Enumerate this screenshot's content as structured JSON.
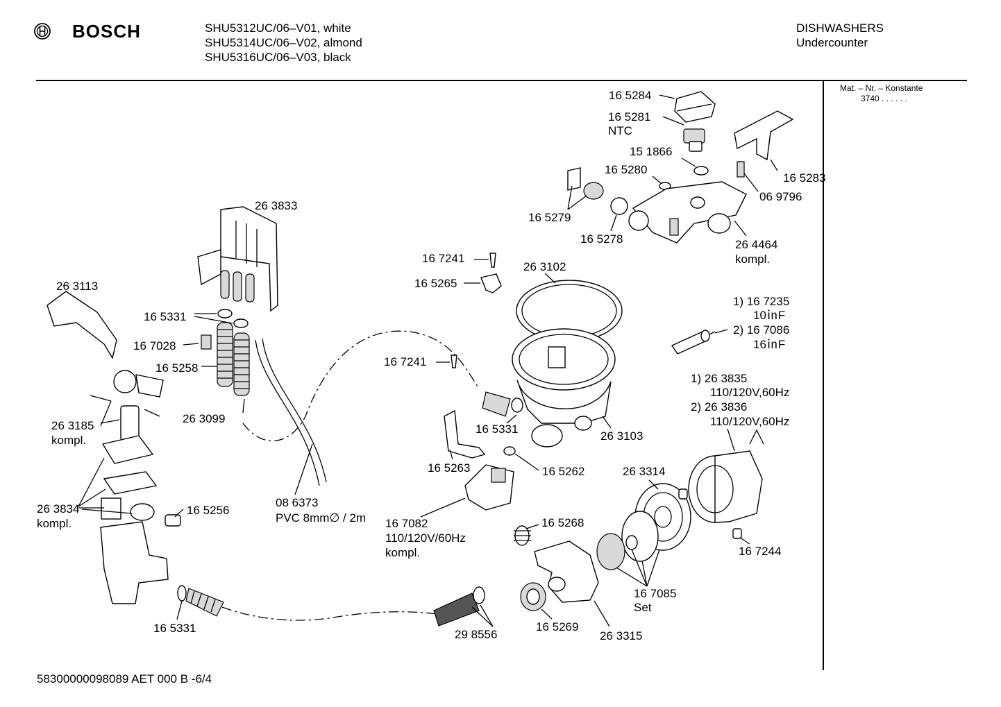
{
  "brand": {
    "name": "BOSCH"
  },
  "models": [
    "SHU5312UC/06–V01, white",
    "SHU5314UC/06–V02, almond",
    "SHU5316UC/06–V03, black"
  ],
  "category": {
    "line1": "DISHWASHERS",
    "line2": "Undercounter"
  },
  "sidebar": {
    "label": "Mat. – Nr. – Konstante",
    "value": "3740 . . . . . ."
  },
  "footer": {
    "doc_code": "58300000098089 AET 000 B  -6/4"
  },
  "parts": [
    {
      "id": "p01",
      "text": "16 5284"
    },
    {
      "id": "p02",
      "text": "16 5281"
    },
    {
      "id": "p03",
      "text": "NTC"
    },
    {
      "id": "p04",
      "text": "15 1866"
    },
    {
      "id": "p05",
      "text": "16 5280"
    },
    {
      "id": "p06",
      "text": "16 5283"
    },
    {
      "id": "p07",
      "text": "06 9796"
    },
    {
      "id": "p08",
      "text": "16 5279"
    },
    {
      "id": "p09",
      "text": "16 5278"
    },
    {
      "id": "p10",
      "text": "26 4464"
    },
    {
      "id": "p11",
      "text": "kompl."
    },
    {
      "id": "p12",
      "text": "26 3833"
    },
    {
      "id": "p13",
      "text": "16 7241"
    },
    {
      "id": "p14",
      "text": "16 5265"
    },
    {
      "id": "p15",
      "text": "26 3102"
    },
    {
      "id": "p16",
      "text": "26 3113"
    },
    {
      "id": "p17",
      "text": "16 5331"
    },
    {
      "id": "p18",
      "text": "16 7028"
    },
    {
      "id": "p19",
      "text": "16 5258"
    },
    {
      "id": "p20",
      "text": "16 7241"
    },
    {
      "id": "p21",
      "text": "1)  16 7235"
    },
    {
      "id": "p22",
      "text": "10㏌F"
    },
    {
      "id": "p23",
      "text": "2)  16 7086"
    },
    {
      "id": "p24",
      "text": "16㏌F"
    },
    {
      "id": "p25",
      "text": "1)  26 3835"
    },
    {
      "id": "p26",
      "text": "110/120V,60Hz"
    },
    {
      "id": "p27",
      "text": "2)  26 3836"
    },
    {
      "id": "p28",
      "text": "110/120V,60Hz"
    },
    {
      "id": "p29",
      "text": "26 3185"
    },
    {
      "id": "p30",
      "text": "kompl."
    },
    {
      "id": "p31",
      "text": "26 3099"
    },
    {
      "id": "p32",
      "text": "16 5331"
    },
    {
      "id": "p33",
      "text": "26 3103"
    },
    {
      "id": "p34",
      "text": "16 5263"
    },
    {
      "id": "p35",
      "text": "16 5262"
    },
    {
      "id": "p36",
      "text": "26 3314"
    },
    {
      "id": "p37",
      "text": "08 6373"
    },
    {
      "id": "p38",
      "text": "PVC 8mm∅ / 2m"
    },
    {
      "id": "p39",
      "text": "26 3834"
    },
    {
      "id": "p40",
      "text": "kompl."
    },
    {
      "id": "p41",
      "text": "16 5256"
    },
    {
      "id": "p42",
      "text": "16 7082"
    },
    {
      "id": "p43",
      "text": "110/120V/60Hz"
    },
    {
      "id": "p44",
      "text": "kompl."
    },
    {
      "id": "p45",
      "text": "16 5268"
    },
    {
      "id": "p46",
      "text": "16 7244"
    },
    {
      "id": "p47",
      "text": "16 7085"
    },
    {
      "id": "p48",
      "text": "Set"
    },
    {
      "id": "p49",
      "text": "16 5331"
    },
    {
      "id": "p50",
      "text": "29 8556"
    },
    {
      "id": "p51",
      "text": "16 5269"
    },
    {
      "id": "p52",
      "text": "26 3315"
    }
  ]
}
